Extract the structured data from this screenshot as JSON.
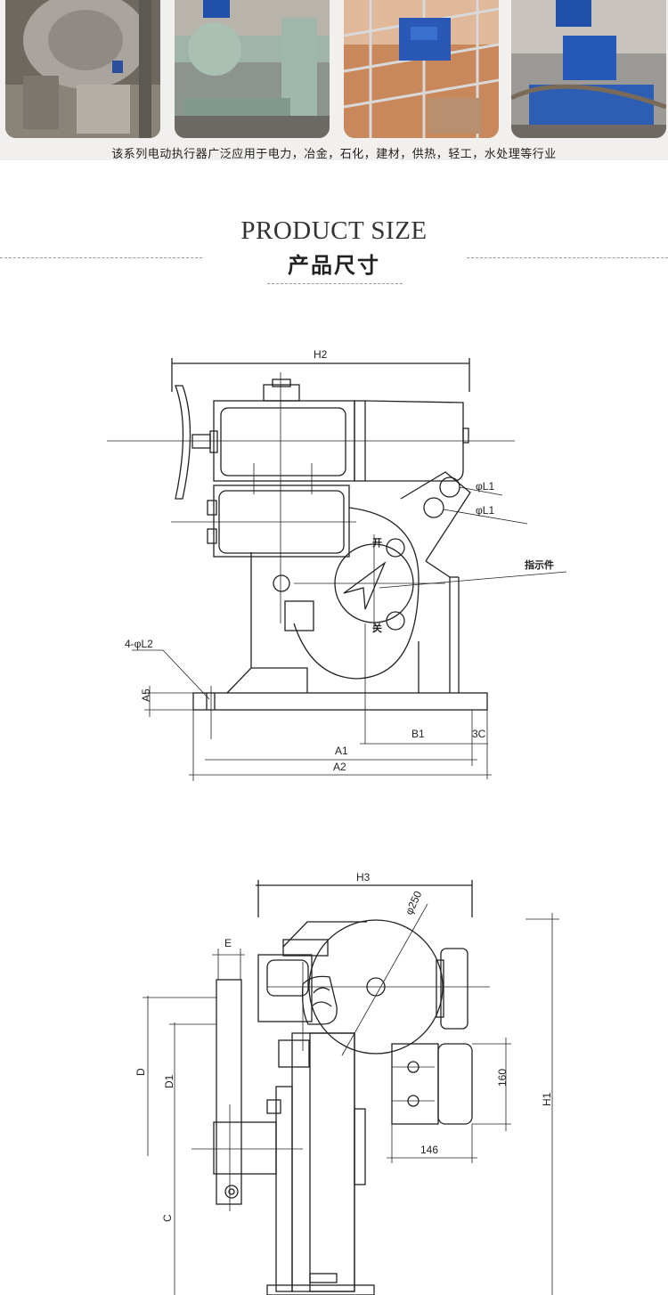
{
  "application_caption": "该系列电动执行器广泛应用于电力，冶金，石化，建材，供热，轻工，水处理等行业",
  "section": {
    "title_en": "PRODUCT SIZE",
    "title_cn": "产品尺寸"
  },
  "drawing_front": {
    "dimensions": {
      "h2": "H2",
      "l1_top": "φL1",
      "l1_bottom": "φL1",
      "l2": "4-φL2",
      "a5": "A5",
      "b1": "B1",
      "c3": "3C",
      "a1": "A1",
      "a2": "A2"
    },
    "labels": {
      "indicator": "指示件",
      "open": "开",
      "close": "关"
    }
  },
  "drawing_side": {
    "dimensions": {
      "h3": "H3",
      "phi250": "φ250",
      "e": "E",
      "d": "D",
      "d1": "D1",
      "c": "C",
      "h1": "H1",
      "v160": "160",
      "v146": "146"
    }
  },
  "colors": {
    "line": "#222222",
    "dashed": "#999999",
    "accent_blue": "#1f4fa8"
  }
}
